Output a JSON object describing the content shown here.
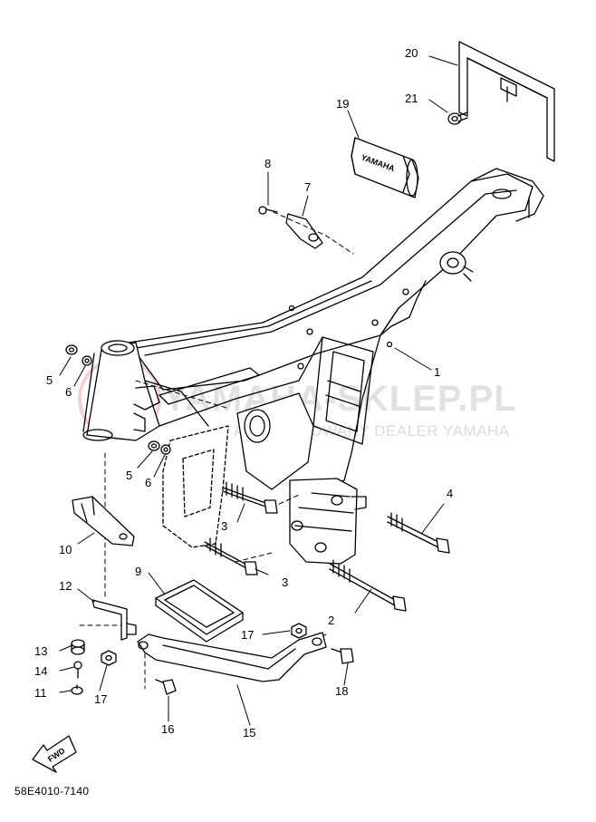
{
  "diagram": {
    "callouts": [
      {
        "id": "c1",
        "text": "1"
      },
      {
        "id": "c2",
        "text": "2"
      },
      {
        "id": "c3a",
        "text": "3"
      },
      {
        "id": "c3b",
        "text": "3"
      },
      {
        "id": "c4",
        "text": "4"
      },
      {
        "id": "c5a",
        "text": "5"
      },
      {
        "id": "c5b",
        "text": "5"
      },
      {
        "id": "c6a",
        "text": "6"
      },
      {
        "id": "c6b",
        "text": "6"
      },
      {
        "id": "c7",
        "text": "7"
      },
      {
        "id": "c8",
        "text": "8"
      },
      {
        "id": "c9",
        "text": "9"
      },
      {
        "id": "c10",
        "text": "10"
      },
      {
        "id": "c11",
        "text": "11"
      },
      {
        "id": "c12",
        "text": "12"
      },
      {
        "id": "c13",
        "text": "13"
      },
      {
        "id": "c14",
        "text": "14"
      },
      {
        "id": "c15",
        "text": "15"
      },
      {
        "id": "c16",
        "text": "16"
      },
      {
        "id": "c17a",
        "text": "17"
      },
      {
        "id": "c17b",
        "text": "17"
      },
      {
        "id": "c18",
        "text": "18"
      },
      {
        "id": "c19",
        "text": "19"
      },
      {
        "id": "c20",
        "text": "20"
      },
      {
        "id": "c21",
        "text": "21"
      }
    ],
    "direction_label": "FWD",
    "part_code": "58E4010-7140",
    "fender_text": "YAMAHA"
  },
  "watermark": {
    "main": "YAMAHA-SKLEP.PL",
    "sub": "AUTORYZOWANY DEALER YAMAHA",
    "color": "#e0e0e0",
    "logo_color": "#f2b8b8"
  }
}
